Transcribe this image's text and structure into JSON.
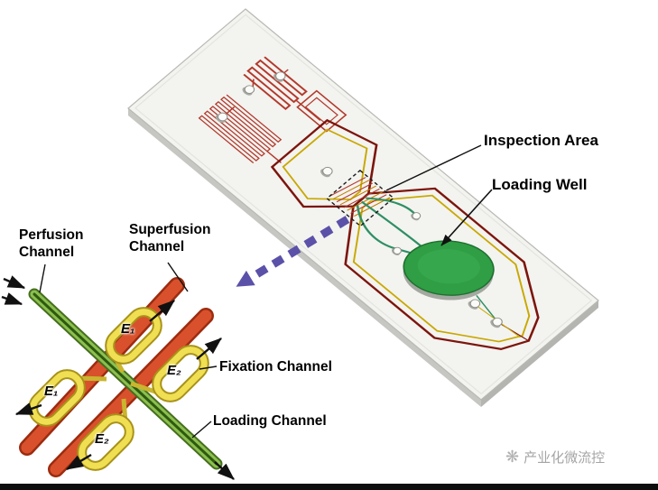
{
  "chip": {
    "inspection_area_label": "Inspection Area",
    "loading_well_label": "Loading Well"
  },
  "detail": {
    "perfusion_line1": "Perfusion",
    "perfusion_line2": "Channel",
    "superfusion_line1": "Superfusion",
    "superfusion_line2": "Channel",
    "fixation_label": "Fixation Channel",
    "loading_label": "Loading Channel",
    "electrode1": "E₁",
    "electrode2": "E₂"
  },
  "watermark": {
    "glyph": "❋",
    "text": "产业化微流控"
  },
  "colors": {
    "channel_dark_red": "#7c150c",
    "channel_red": "#d9512c",
    "channel_yellow": "#f0df52",
    "channel_green": "#2f8f63",
    "well_green": "#2f9e44",
    "zoom_arrow_purple": "#5b51a8",
    "slide_gray": "#f3f3f0",
    "watermark_gray": "#a5a5a5"
  }
}
